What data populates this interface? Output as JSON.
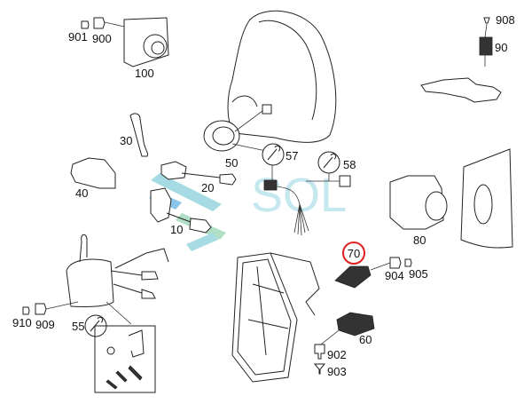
{
  "diagram": {
    "labels": {
      "p901": "901",
      "p900": "900",
      "p100": "100",
      "p908": "908",
      "p90": "90",
      "p30": "30",
      "p40": "40",
      "p20": "20",
      "p10": "10",
      "p50": "50",
      "p57": "57",
      "p58": "58",
      "p80": "80",
      "p70": "70",
      "p904": "904",
      "p905": "905",
      "p60": "60",
      "p902": "902",
      "p903": "903",
      "p910": "910",
      "p909": "909",
      "p55": "55"
    },
    "highlighted_part": "70",
    "watermark": "SOL",
    "colors": {
      "highlight": "#e02020",
      "watermark_cyan": "#9ed8e2",
      "watermark_blue": "#7fc0e8",
      "watermark_green": "#a8dcc0"
    },
    "icons": {
      "service_kit": "wrench-icon"
    }
  }
}
